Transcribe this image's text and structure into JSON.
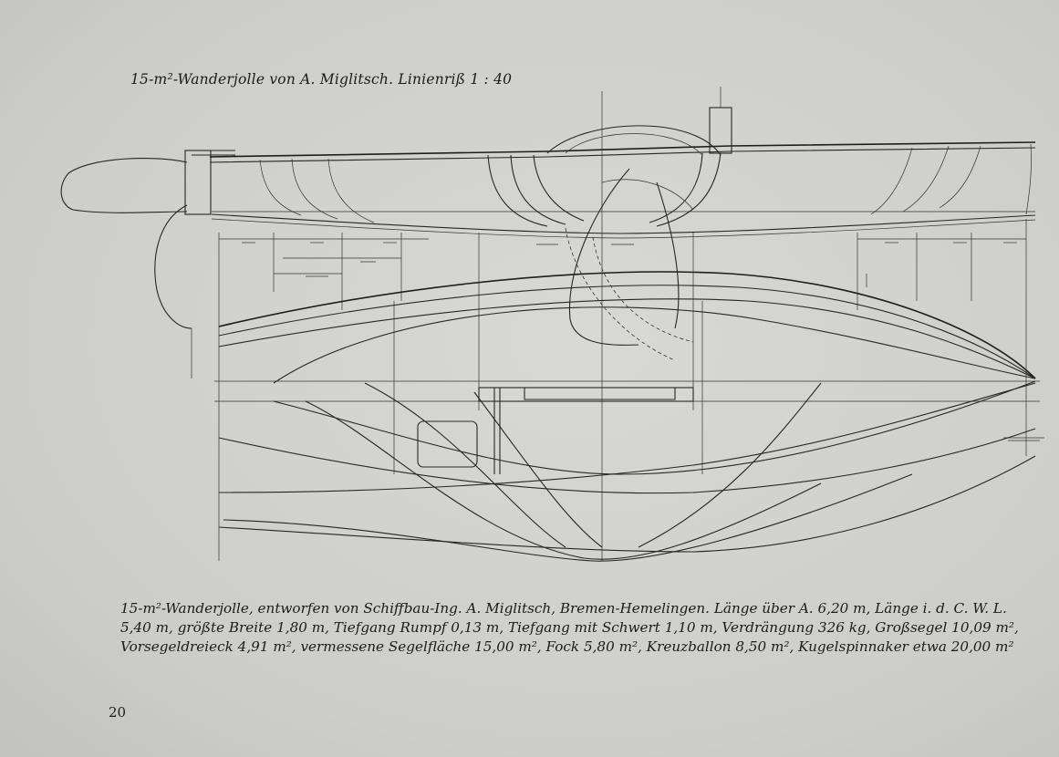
{
  "title": "15-m²-Wanderjolle von A. Miglitsch. Linienriß 1 : 40",
  "caption": {
    "line1": "15-m²-Wanderjolle, entworfen von Schiffbau-Ing. A. Miglitsch, Bremen-Hemelingen. Länge über A. 6,20 m, Länge i. d. C. W. L.",
    "line2": "5,40 m, größte Breite 1,80 m, Tiefgang Rumpf 0,13 m, Tiefgang mit Schwert 1,10 m, Verdrängung 326 kg, Großsegel 10,09 m²,",
    "line3": "Vorsegeldreieck 4,91 m², vermessene Segelfläche 15,00 m², Fock 5,80 m², Kreuzballon 8,50 m², Kugelspinnaker etwa 20,00 m²"
  },
  "page_number": "20"
}
